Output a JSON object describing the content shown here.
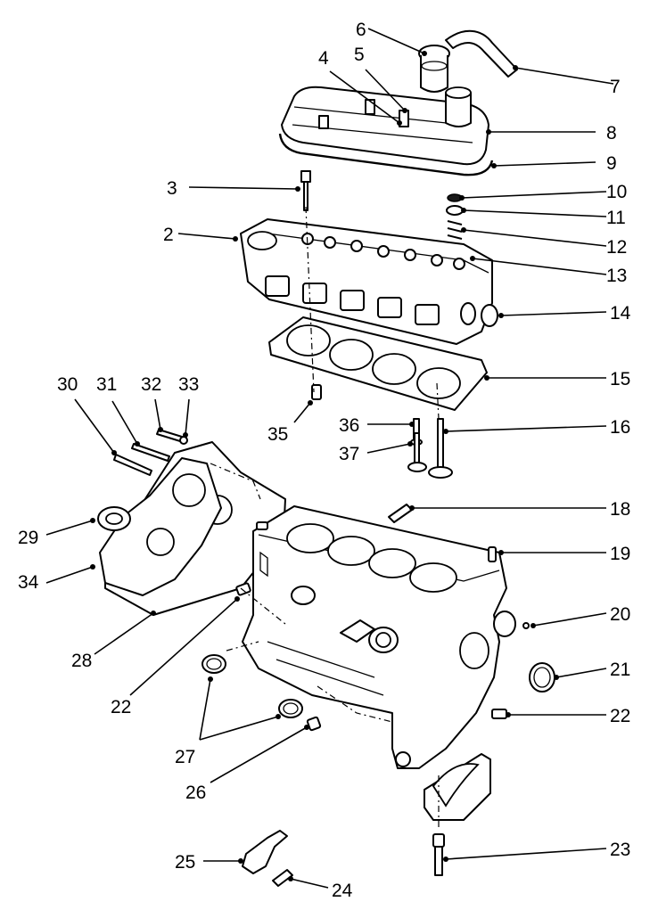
{
  "figure": {
    "callouts": [
      {
        "id": "2",
        "label": "2"
      },
      {
        "id": "3",
        "label": "3"
      },
      {
        "id": "4",
        "label": "4"
      },
      {
        "id": "5",
        "label": "5"
      },
      {
        "id": "6",
        "label": "6"
      },
      {
        "id": "7",
        "label": "7"
      },
      {
        "id": "8",
        "label": "8"
      },
      {
        "id": "9",
        "label": "9"
      },
      {
        "id": "10",
        "label": "10"
      },
      {
        "id": "11",
        "label": "11"
      },
      {
        "id": "12",
        "label": "12"
      },
      {
        "id": "13",
        "label": "13"
      },
      {
        "id": "14",
        "label": "14"
      },
      {
        "id": "15",
        "label": "15"
      },
      {
        "id": "16",
        "label": "16"
      },
      {
        "id": "18",
        "label": "18"
      },
      {
        "id": "19",
        "label": "19"
      },
      {
        "id": "20",
        "label": "20"
      },
      {
        "id": "21",
        "label": "21"
      },
      {
        "id": "22a",
        "label": "22"
      },
      {
        "id": "22b",
        "label": "22"
      },
      {
        "id": "23",
        "label": "23"
      },
      {
        "id": "24",
        "label": "24"
      },
      {
        "id": "25",
        "label": "25"
      },
      {
        "id": "26",
        "label": "26"
      },
      {
        "id": "27",
        "label": "27"
      },
      {
        "id": "28",
        "label": "28"
      },
      {
        "id": "29",
        "label": "29"
      },
      {
        "id": "30",
        "label": "30"
      },
      {
        "id": "31",
        "label": "31"
      },
      {
        "id": "32",
        "label": "32"
      },
      {
        "id": "33",
        "label": "33"
      },
      {
        "id": "34",
        "label": "34"
      },
      {
        "id": "35",
        "label": "35"
      },
      {
        "id": "36",
        "label": "36"
      },
      {
        "id": "37",
        "label": "37"
      }
    ]
  }
}
